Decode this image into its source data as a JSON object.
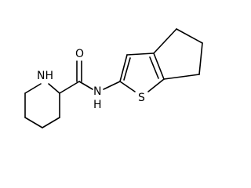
{
  "molecule": {
    "atoms": [
      {
        "id": "nh_ring",
        "label": "N",
        "label_suffix": "H",
        "color": "#000000"
      },
      {
        "id": "o_carbonyl",
        "label": "O",
        "color": "#000000"
      },
      {
        "id": "nh_amide",
        "label": "N",
        "label_suffix": "H",
        "color": "#000000"
      },
      {
        "id": "s_thiophene",
        "label": "S",
        "color": "#000000"
      }
    ],
    "bond_color": "#000000",
    "background": "#ffffff"
  }
}
